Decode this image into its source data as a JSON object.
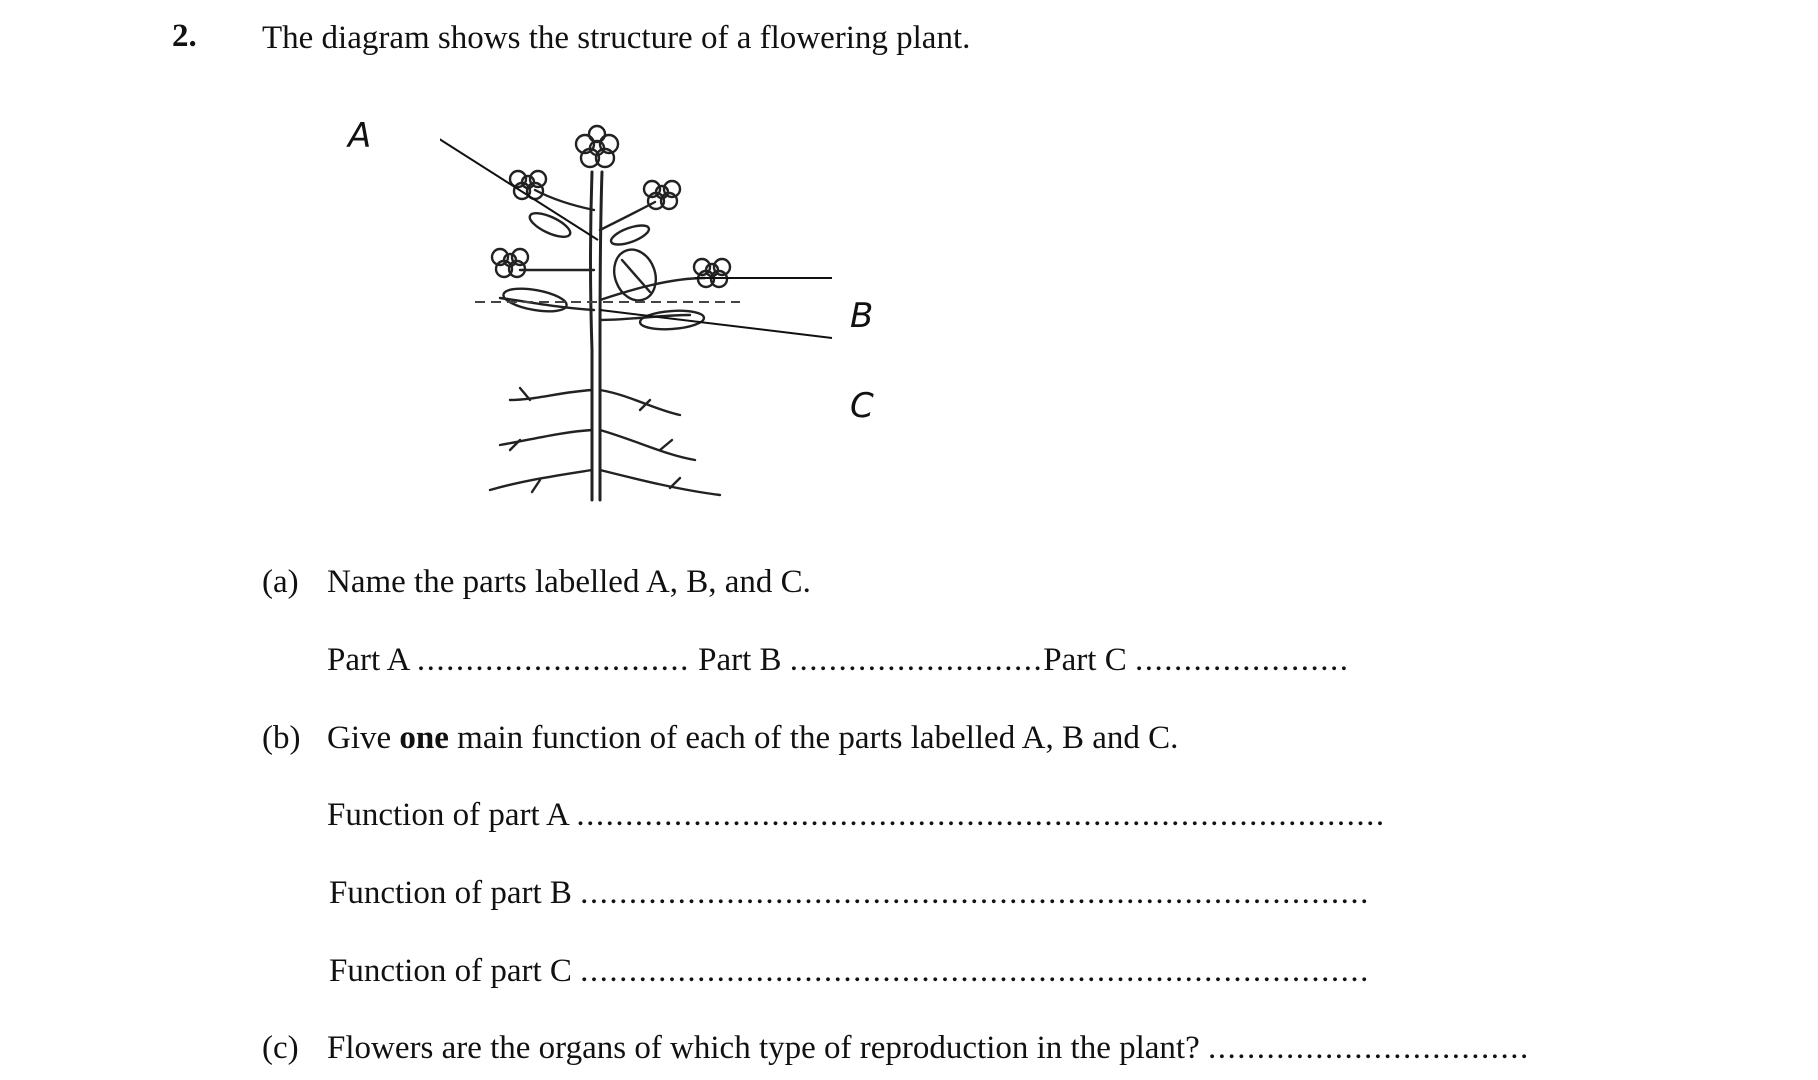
{
  "question": {
    "number": "2.",
    "stem": "The diagram shows the structure of a flowering plant."
  },
  "diagram": {
    "labels": {
      "A": "A",
      "B": "B",
      "C": "C"
    }
  },
  "part_a": {
    "marker": "(a)",
    "prompt": "Name the parts labelled A, B, and C.",
    "answer_line": {
      "part_a_label": "Part A",
      "part_a_dots": "............................",
      "part_b_label": "Part B",
      "part_b_dots": "..........................",
      "part_c_label": "Part C",
      "part_c_dots": "......................"
    }
  },
  "part_b": {
    "marker": "(b)",
    "prompt_before": "Give ",
    "prompt_bold": "one",
    "prompt_after": " main function of each of the parts labelled A, B and C.",
    "lines": [
      {
        "label": "Function of part A",
        "dots": "..................................................................................."
      },
      {
        "label": "Function of part B",
        "dots": "................................................................................."
      },
      {
        "label": "Function of part C",
        "dots": "................................................................................."
      }
    ]
  },
  "part_c": {
    "marker": "(c)",
    "prompt": "Flowers are the organs of which type of reproduction in the plant?",
    "dots": "................................."
  }
}
